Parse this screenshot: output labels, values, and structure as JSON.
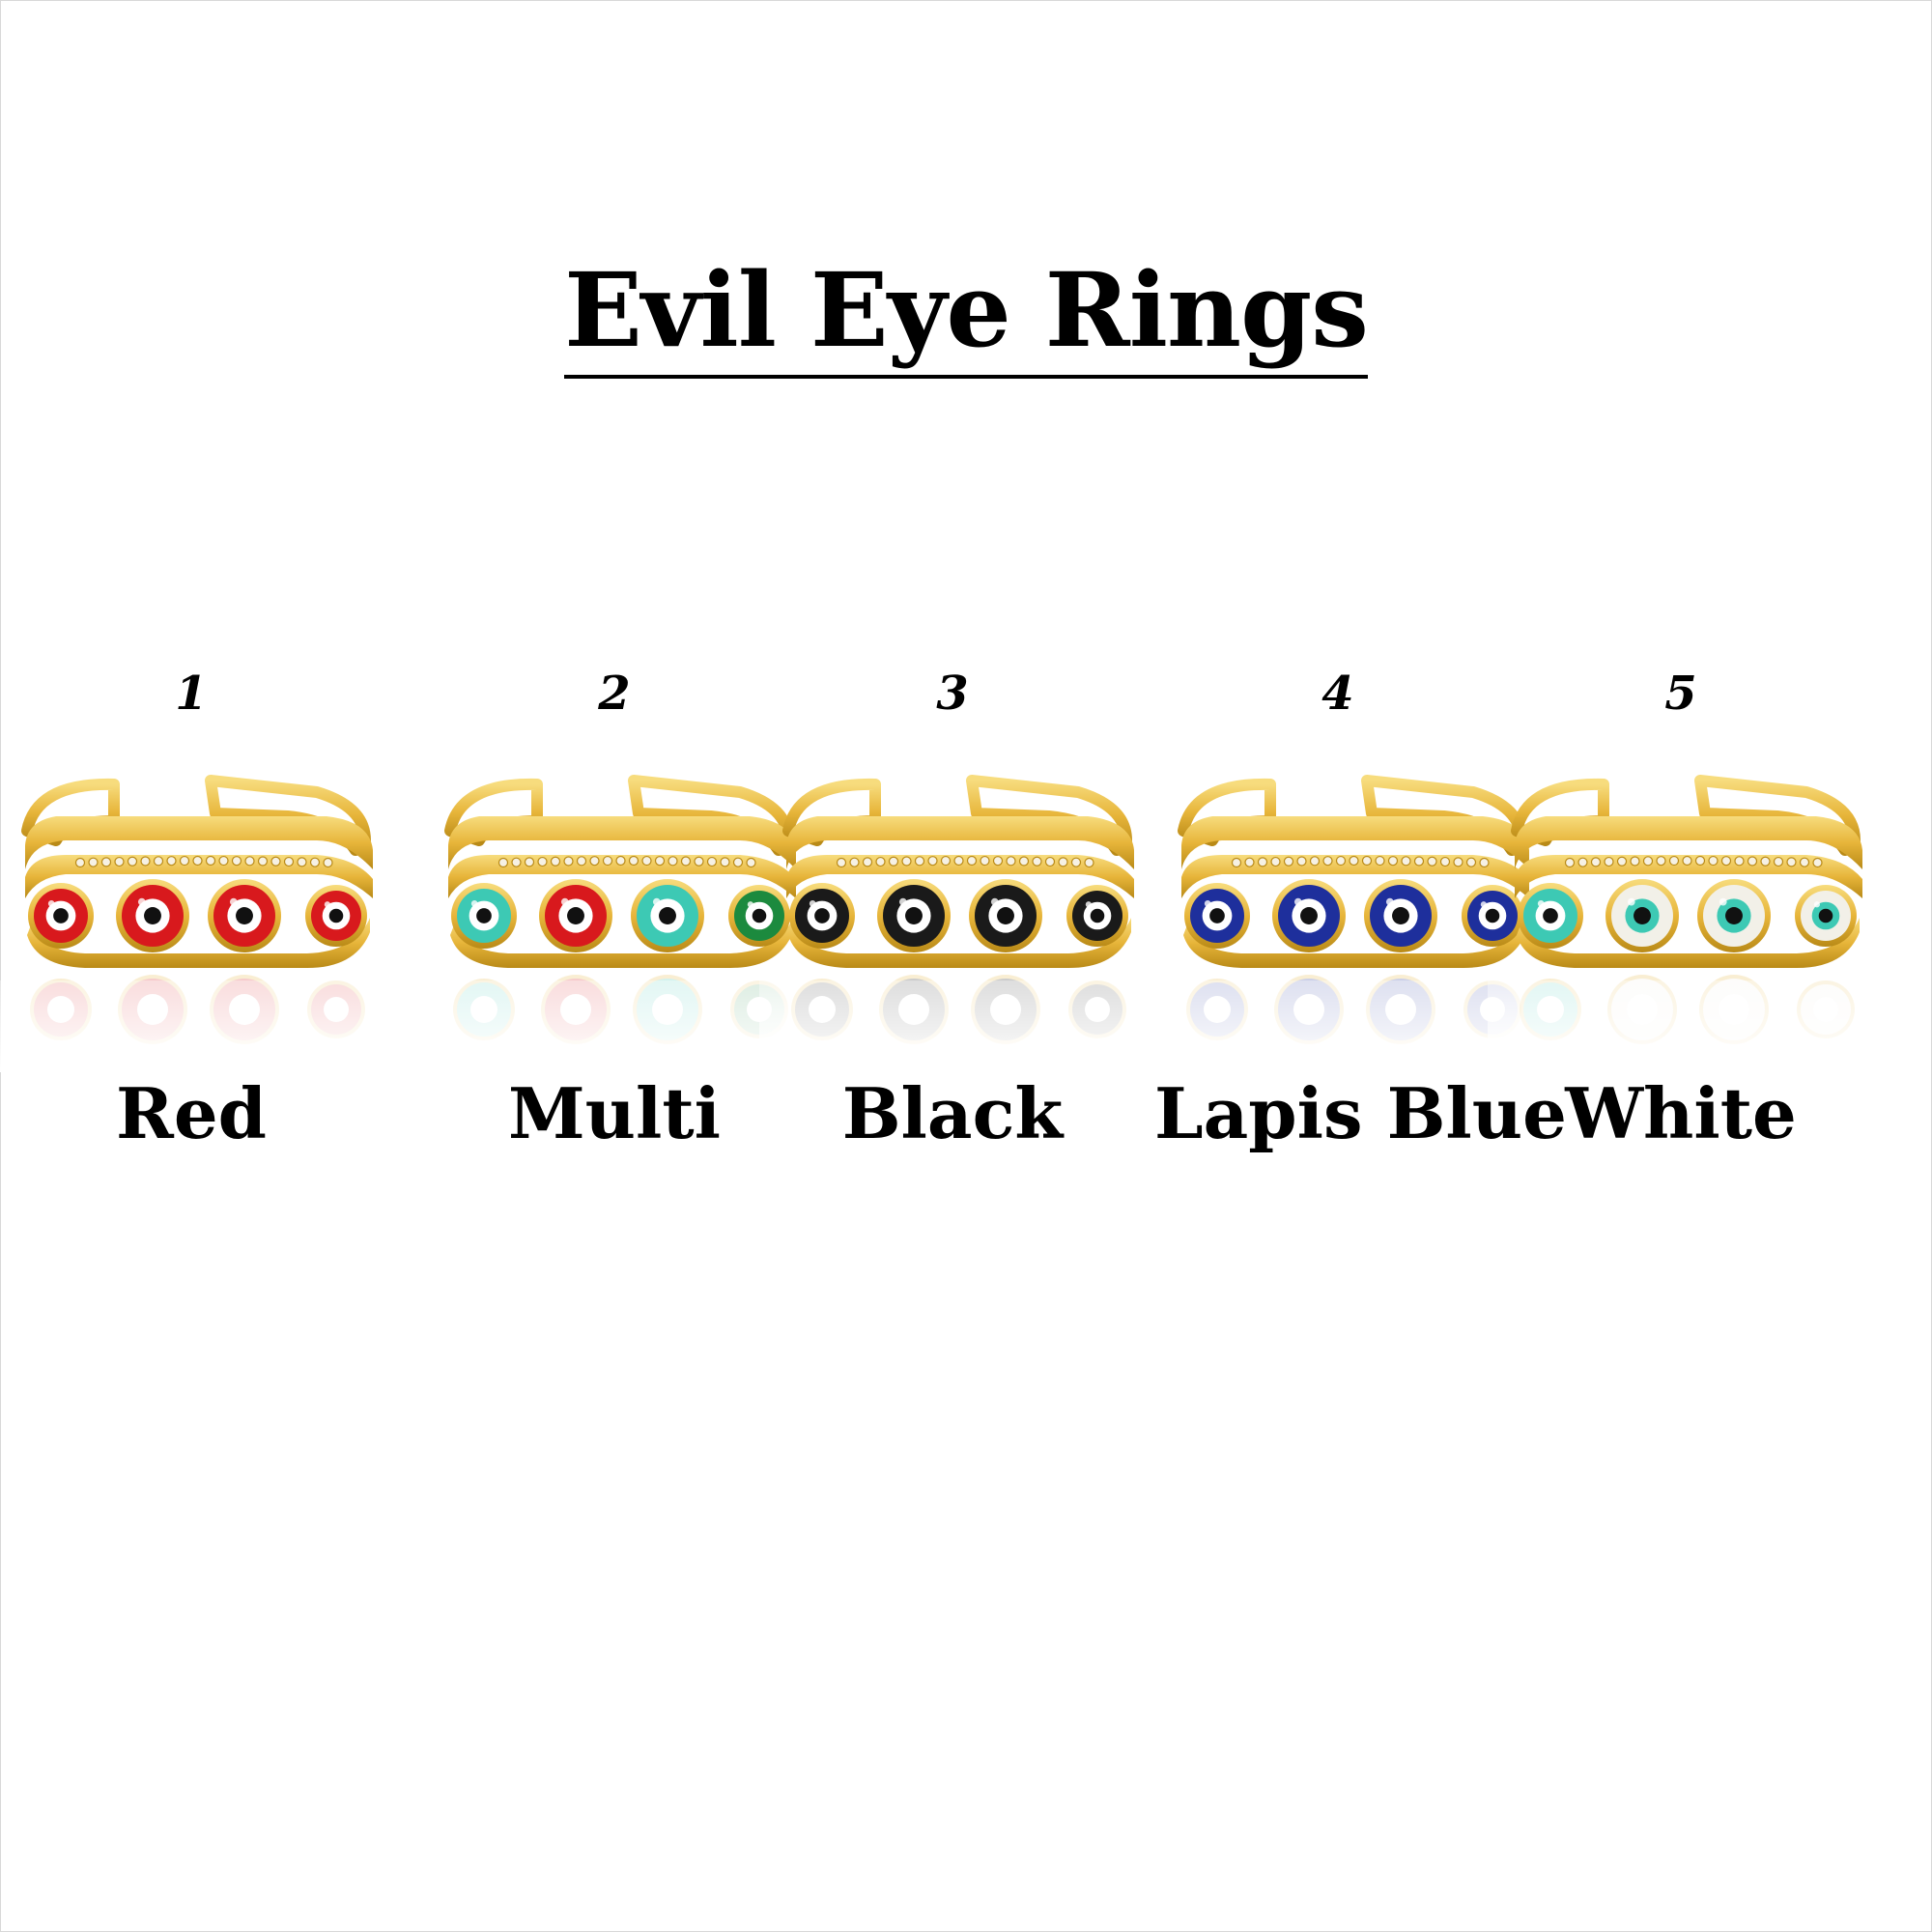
{
  "title": "Evil Eye Rings",
  "products": [
    {
      "number": "1",
      "label": "Red",
      "eye_colors": [
        "#d8191d",
        "#d8191d",
        "#d8191d",
        "#d8191d"
      ]
    },
    {
      "number": "2",
      "label": "Multi",
      "eye_colors": [
        "#3dc9b4",
        "#d8191d",
        "#3dc9b4",
        "#1c8a3e"
      ]
    },
    {
      "number": "3",
      "label": "Black",
      "eye_colors": [
        "#1a1a1a",
        "#1a1a1a",
        "#1a1a1a",
        "#1a1a1a"
      ]
    },
    {
      "number": "4",
      "label": "Lapis Blue",
      "eye_colors": [
        "#1e2f9c",
        "#1e2f9c",
        "#1e2f9c",
        "#1e2f9c"
      ]
    },
    {
      "number": "5",
      "label": "White",
      "eye_colors": [
        "#3dc9b4",
        "#f2f0e8",
        "#f2f0e8",
        "#f2f0e8"
      ]
    }
  ],
  "colors": {
    "gold": "#e7b53a",
    "gold_dark": "#b98a17",
    "gold_light": "#f7dc7d",
    "eye_white": "#ffffff",
    "pupil": "#111111",
    "white_eye_iris": "#3dc9b4"
  }
}
